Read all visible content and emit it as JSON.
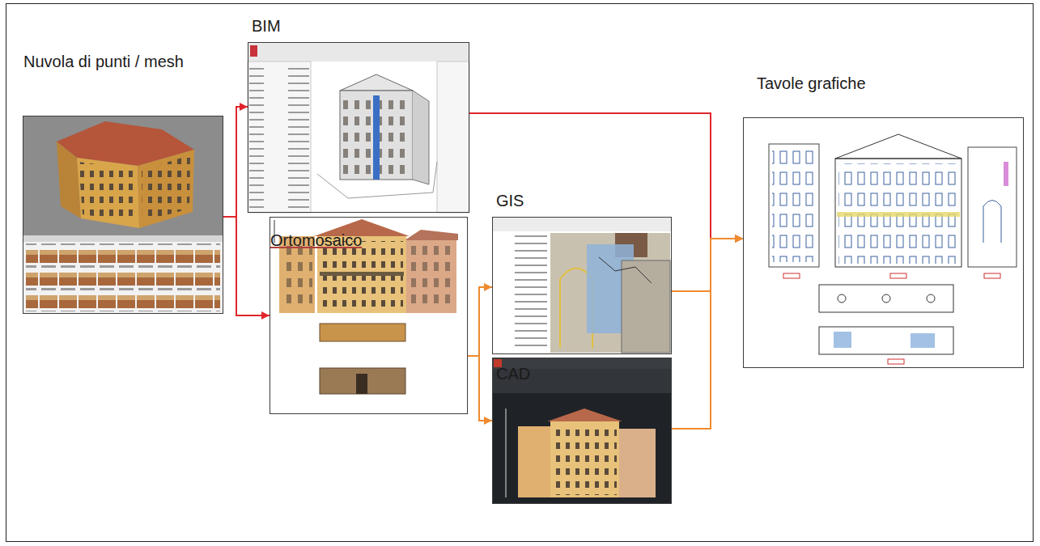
{
  "diagram": {
    "nodes": [
      {
        "text": [
          "Nuvola di punti / mesh"
        ]
      },
      {
        "text": [
          "BIM"
        ]
      },
      {
        "text": [
          "Ortomosaico"
        ]
      },
      {
        "text": [
          "GIS"
        ]
      },
      {
        "text": [
          "CAD"
        ]
      },
      {
        "text": [
          "Tavole grafiche"
        ]
      }
    ],
    "edges": [
      {
        "from": 0,
        "to": 1,
        "arrow": "to"
      },
      {
        "from": 0,
        "to": 2,
        "arrow": "to"
      },
      {
        "from": 1,
        "to": 5,
        "arrow": "to"
      },
      {
        "from": 2,
        "to": 3,
        "arrow": "to"
      },
      {
        "from": 2,
        "to": 4,
        "arrow": "to"
      },
      {
        "from": 3,
        "to": 5,
        "arrow": "to"
      },
      {
        "from": 4,
        "to": 5,
        "arrow": "to"
      }
    ]
  }
}
